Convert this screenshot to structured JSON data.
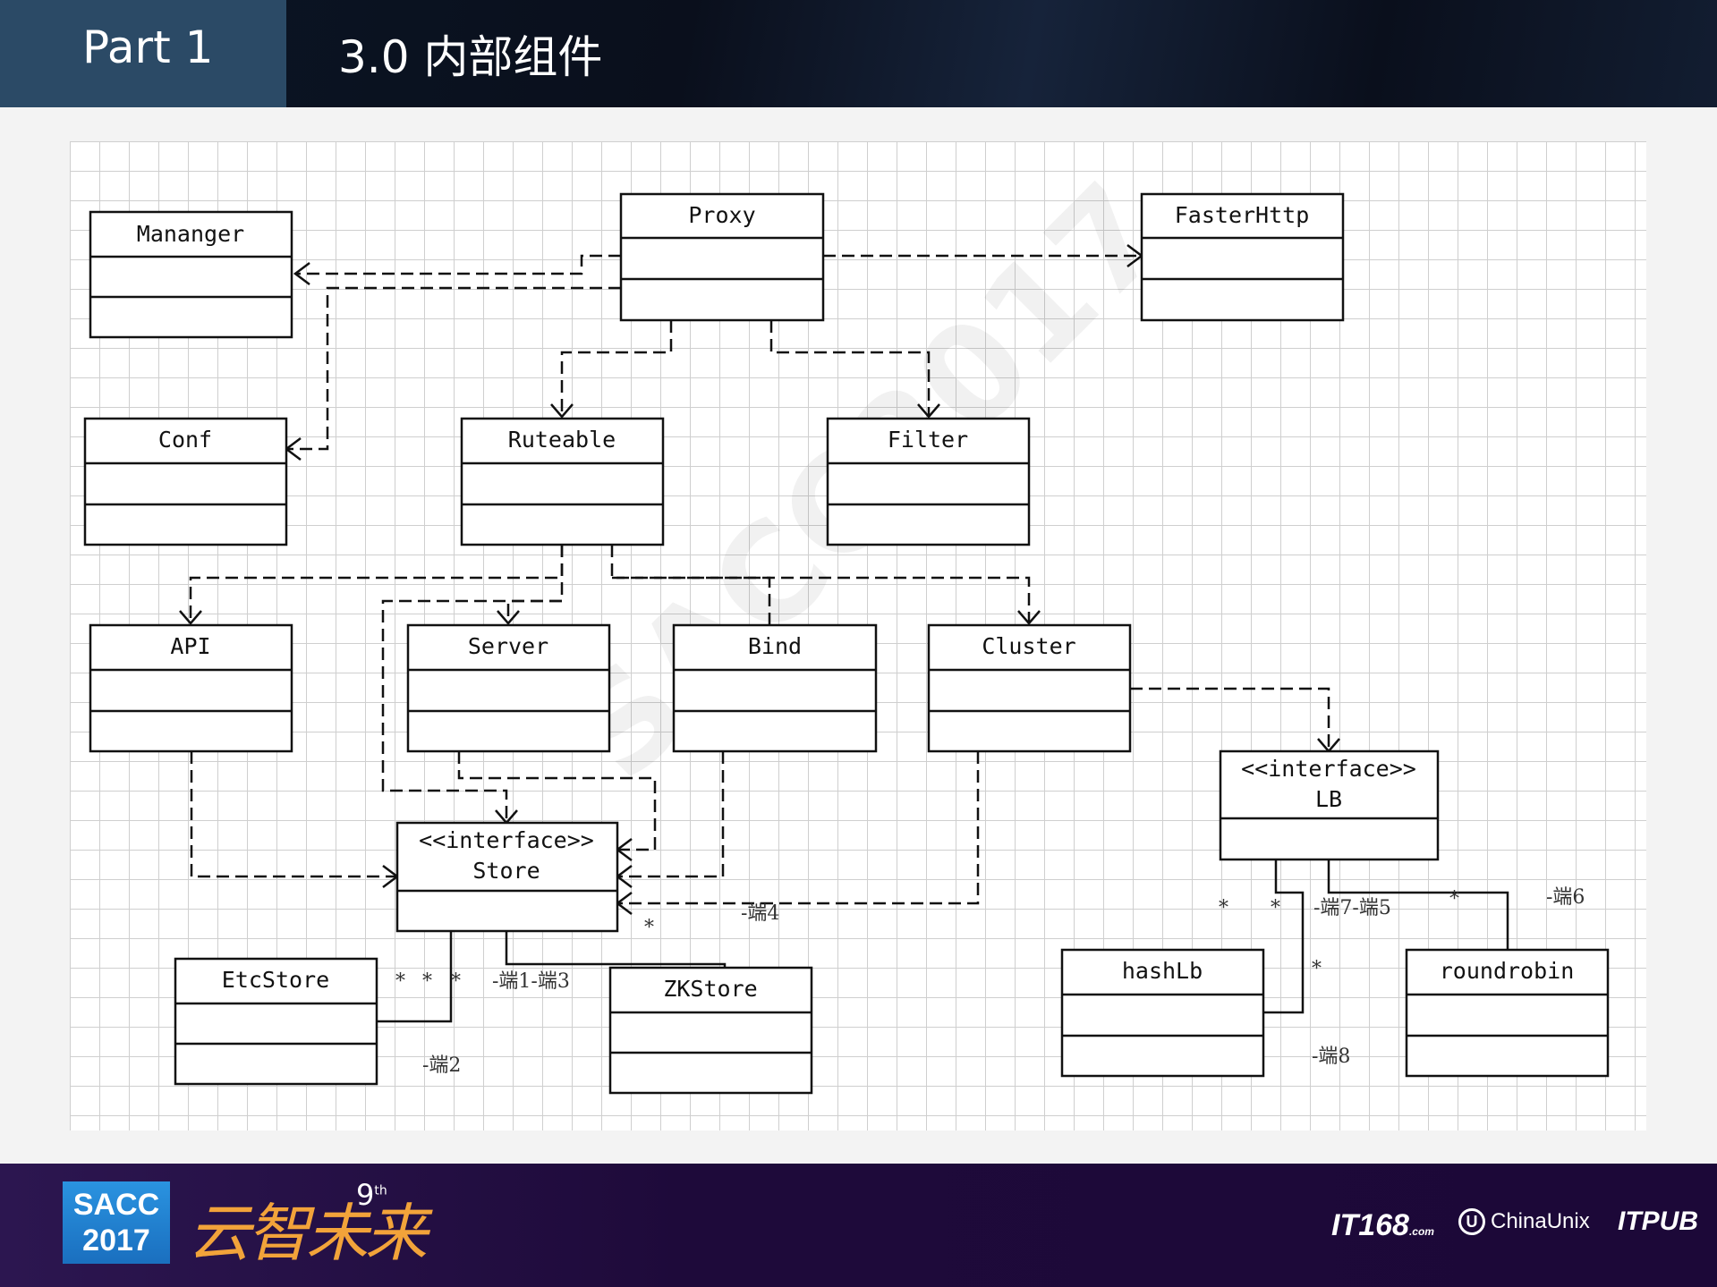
{
  "header": {
    "part_label": "Part 1",
    "title": "3.0 内部组件"
  },
  "watermark": "SACC2017",
  "classes": {
    "proxy": "Proxy",
    "fasterhttp": "FasterHttp",
    "mananger": "Mananger",
    "conf": "Conf",
    "ruteable": "Ruteable",
    "filter": "Filter",
    "api": "API",
    "server": "Server",
    "bind": "Bind",
    "cluster": "Cluster",
    "store_stereotype": "<<interface>>",
    "store": "Store",
    "lb_stereotype": "<<interface>>",
    "lb": "LB",
    "etcstore": "EtcStore",
    "zkstore": "ZKStore",
    "hashlb": "hashLb",
    "roundrobin": "roundrobin"
  },
  "labels": {
    "end1_end3": "-端1-端3",
    "end2": "-端2",
    "end4": "-端4",
    "end5": "-端7-端5",
    "end6": "-端6",
    "end8": "-端8",
    "mult_store_1": "*",
    "mult_etc_a": "*",
    "mult_etc_b": "*",
    "mult_etc_c": "*",
    "mult_lb_1": "*",
    "mult_lb_2": "*",
    "mult_lb_3": "*",
    "mult_lb_4": "*"
  },
  "footer": {
    "sacc_word": "SACC",
    "sacc_year": "2017",
    "slogan": "云智未来",
    "edition": "9",
    "edition_suffix": "th",
    "sponsor_it168": "IT168",
    "sponsor_it168_suffix": ".com",
    "sponsor_chinaunix": "ChinaUnix",
    "sponsor_chinaunix_mark": "U",
    "sponsor_itpub": "ITPUB"
  }
}
